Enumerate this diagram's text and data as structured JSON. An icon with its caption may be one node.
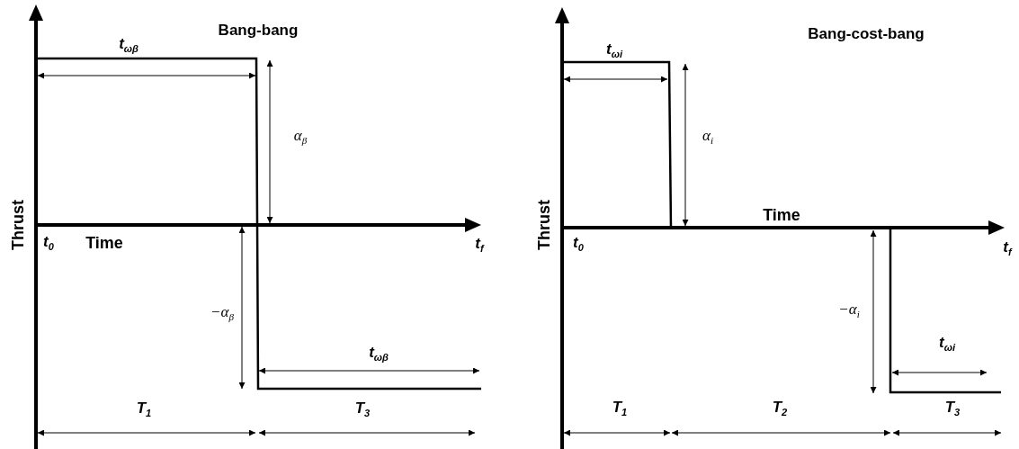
{
  "diagram": {
    "labels": [
      "Bang-bang",
      "t$_{ωβ}$",
      "α$_{β}$",
      "Thrust",
      "t$_{0}$",
      "Time",
      "t$_{f}$",
      "−α$_{β}$",
      "t$_{ωβ}$",
      "T$_{1}$",
      "T$_{3}$",
      "Bang-cost-bang",
      "t$_{ωi}$",
      "α$_{i}$",
      "Thrust",
      "Time",
      "t$_{0}$",
      "t$_{f}$",
      "−α$_{i}$",
      "t$_{ωi}$",
      "T$_{1}$",
      "T$_{2}$",
      "T$_{3}$"
    ]
  }
}
